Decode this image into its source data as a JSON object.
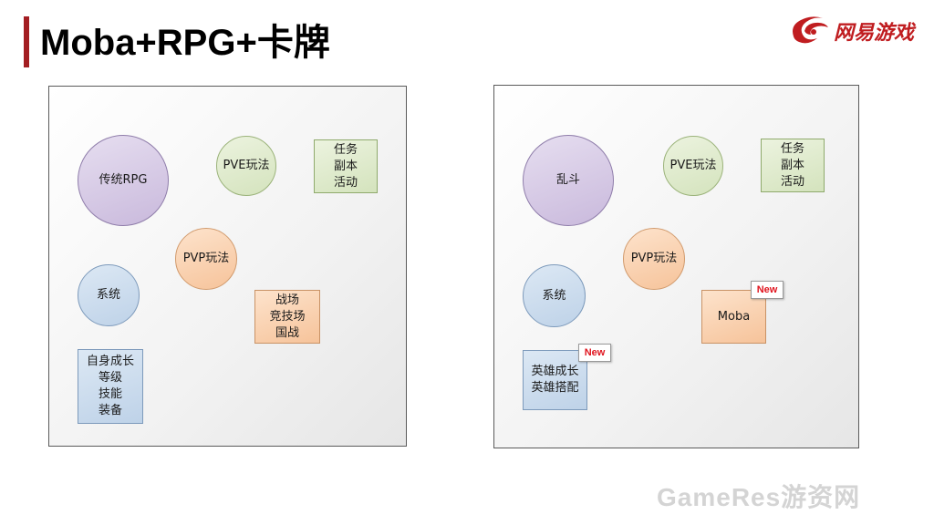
{
  "slide": {
    "title": "Moba+RPG+卡牌",
    "logo_text": "网易游戏",
    "watermark": "GameRes游资网"
  },
  "colors": {
    "title_bar": "#a31e22",
    "logo": "#c01d20",
    "new_badge_text": "#e0141e"
  },
  "left_panel": {
    "core": "传统RPG",
    "pve": "PVE玩法",
    "pve_content": [
      "任务",
      "副本",
      "活动"
    ],
    "pvp": "PVP玩法",
    "pvp_content": [
      "战场",
      "竞技场",
      "国战"
    ],
    "system": "系统",
    "system_content": [
      "自身成长",
      "等级",
      "技能",
      "装备"
    ]
  },
  "right_panel": {
    "core": "乱斗",
    "pve": "PVE玩法",
    "pve_content": [
      "任务",
      "副本",
      "活动"
    ],
    "pvp": "PVP玩法",
    "pvp_content": "Moba",
    "pvp_badge": "New",
    "system": "系统",
    "system_content": [
      "英雄成长",
      "英雄搭配"
    ],
    "system_badge": "New"
  }
}
